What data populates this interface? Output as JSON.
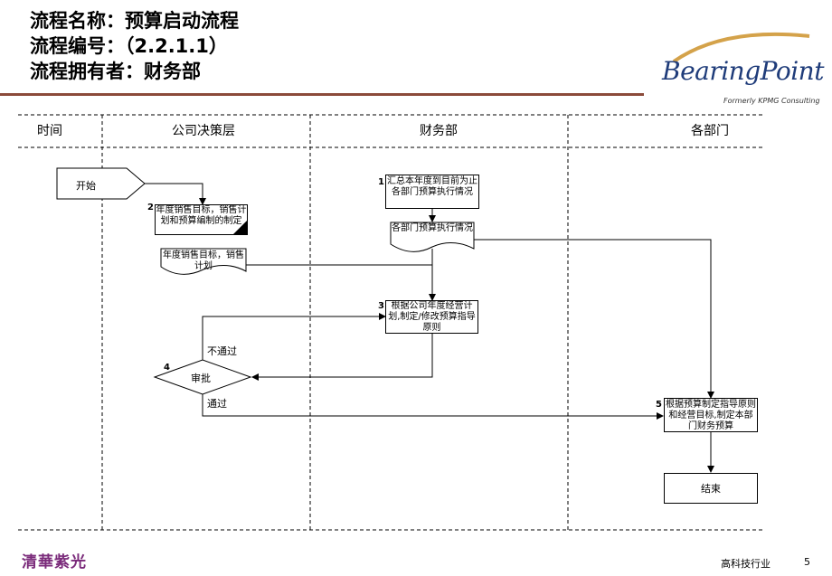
{
  "header": {
    "line1": "流程名称：预算启动流程",
    "line2": "流程编号：（2.2.1.1）",
    "line3": "流程拥有者：财务部"
  },
  "logo": {
    "name": "BearingPoint",
    "tagline": "Formerly KPMG Consulting"
  },
  "lanes": [
    "时间",
    "公司决策层",
    "财务部",
    "各部门"
  ],
  "nodes": {
    "start": "开始",
    "s1_num": "1",
    "s1": "汇总本年度到目前为止各部门预算执行情况",
    "s1_doc": "各部门预算执行情况",
    "s2_num": "2",
    "s2": "年度销售目标，销售计划和预算编制的制定",
    "s2_doc": "年度销售目标，销售计划",
    "s3_num": "3",
    "s3": "根据公司年度经营计划,制定/修改预算指导原则",
    "s4_num": "4",
    "s4": "审批",
    "fail": "不通过",
    "pass": "通过",
    "s5_num": "5",
    "s5": "根据预算制定指导原则和经营目标,制定本部门财务预算",
    "end": "结束"
  },
  "footer": {
    "brand": "清華紫光",
    "category": "高科技行业",
    "page": "5"
  },
  "colors": {
    "rule": "#8b4a3a",
    "logo": "#1f3c7a",
    "brand": "#7a2a7a"
  }
}
